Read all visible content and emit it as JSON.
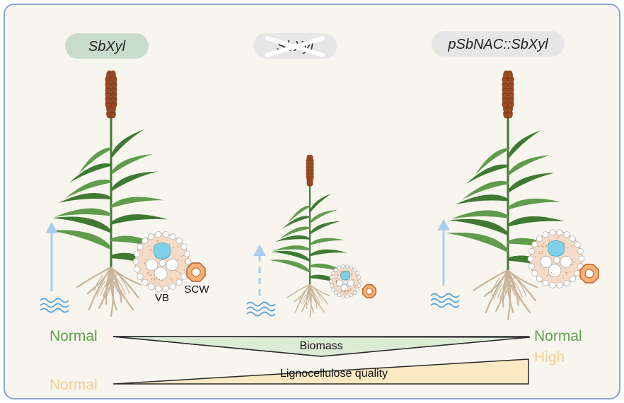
{
  "plants": [
    {
      "label": "SbXyl",
      "label_state": "active",
      "height_level": "tall",
      "growth": "normal"
    },
    {
      "label": "SbXyl",
      "label_state": "knocked-out",
      "height_level": "short",
      "growth": "reduced"
    },
    {
      "label": "pSbNAC::SbXyl",
      "label_state": "active",
      "height_level": "tall",
      "growth": "normal"
    }
  ],
  "tissue_labels": {
    "vb": "VB",
    "scw": "SCW"
  },
  "comparison": {
    "biomass": {
      "label": "Biomass",
      "left": "Normal",
      "right": "Normal"
    },
    "lignocellulose": {
      "label": "Lignocellulose quality",
      "left": "Normal",
      "right": "High"
    }
  },
  "colors": {
    "frame": "#8aa4d2",
    "panel_bg": "#f8f5ee",
    "label_active_bg": "#c9dccb",
    "label_inactive_bg": "#e6e6e6",
    "leaf": "#5f9c4c",
    "leaf_dark": "#3f7a33",
    "panicle": "#9a4a22",
    "root": "#c8b49a",
    "arrow": "#a8cdee",
    "water": "#5aa3dc",
    "normal_green": "#5da24a",
    "high_tan": "#f2cf92",
    "biomass_fill": "#dcebd6",
    "ligno_fill": "#fbe9c4",
    "cell_fill": "#f6dcc6",
    "cell_xylem": "#7fd0e8",
    "scw_fill": "#f7b277",
    "scw_stroke": "#c7652b"
  },
  "icons": [
    "up-arrow-icon",
    "dashed-up-arrow-icon",
    "water-waves-icon",
    "cross-section-icon",
    "secondary-cell-wall-icon",
    "cross-out-icon"
  ]
}
